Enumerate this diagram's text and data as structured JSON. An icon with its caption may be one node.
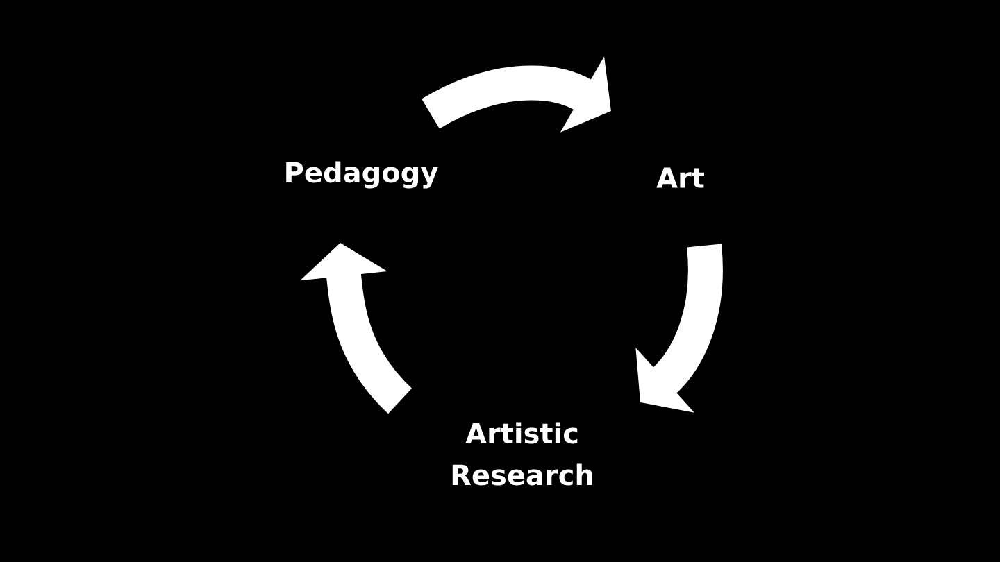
{
  "diagram": {
    "nodes": [
      {
        "text": [
          "Pedagogy"
        ]
      },
      {
        "text": [
          "Art"
        ]
      },
      {
        "text": [
          "Artistic Research"
        ]
      }
    ],
    "edges": [
      {
        "from": 0,
        "to": 1,
        "arrow": "to"
      },
      {
        "from": 1,
        "to": 2,
        "arrow": "to"
      },
      {
        "from": 2,
        "to": 0,
        "arrow": "to"
      }
    ]
  }
}
